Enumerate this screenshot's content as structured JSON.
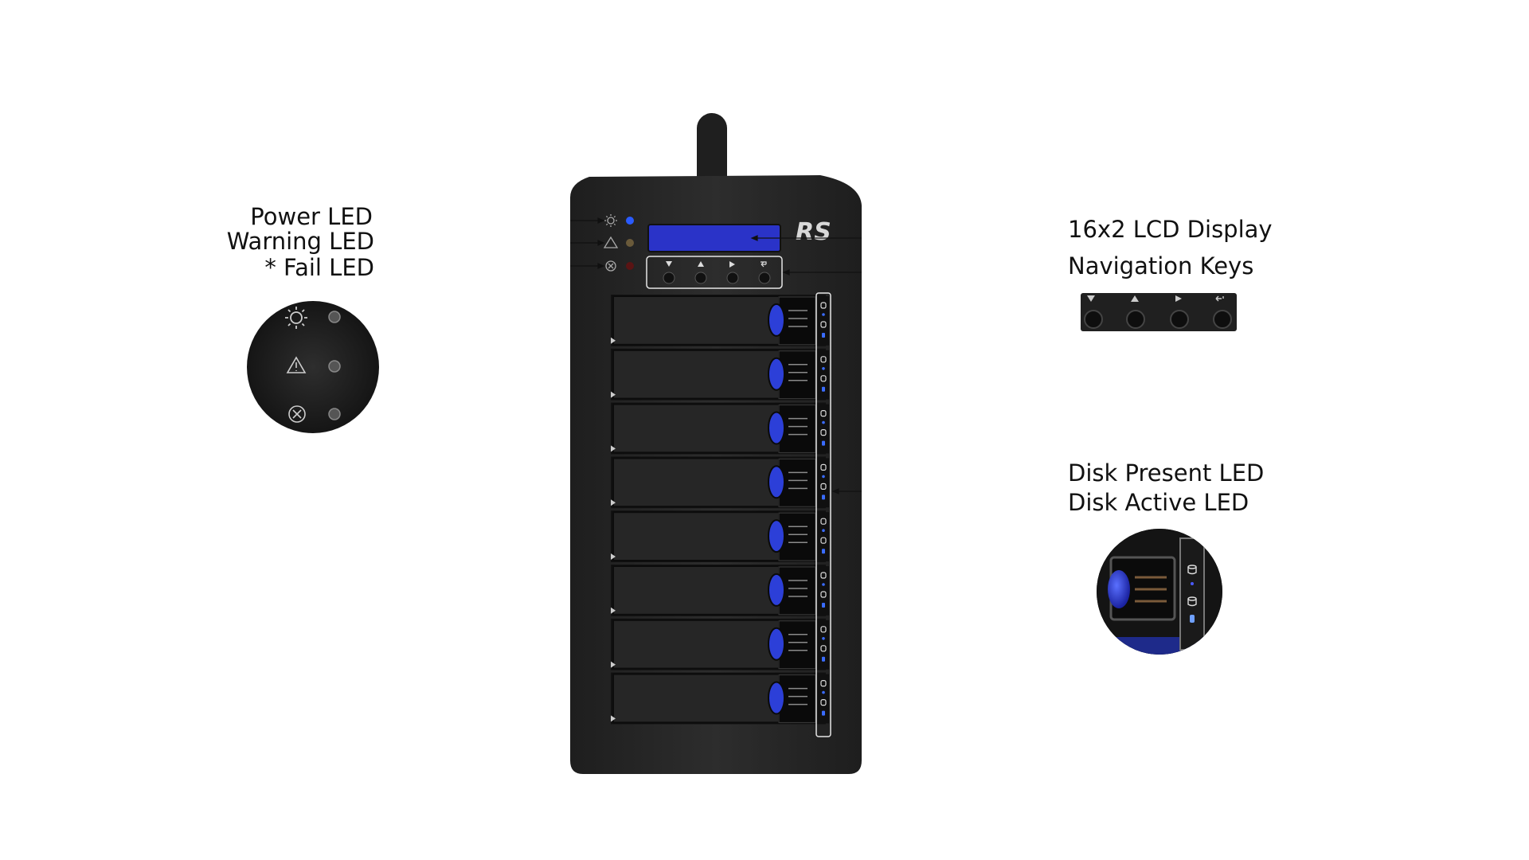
{
  "labels": {
    "power_led": "Power LED",
    "warning_led": "Warning LED",
    "fail_led": "* Fail LED",
    "lcd_display": "16x2 LCD Display",
    "navigation_keys": "Navigation Keys",
    "disk_present_led": "Disk Present LED",
    "disk_active_led": "Disk Active LED"
  },
  "logo": {
    "text": "RS"
  },
  "navigation_keys": [
    {
      "icon": "down-triangle-icon"
    },
    {
      "icon": "up-triangle-icon"
    },
    {
      "icon": "right-triangle-icon"
    },
    {
      "icon": "return-arrow-icon"
    }
  ],
  "status_leds": [
    {
      "icon": "sun-icon",
      "color": "#2a5bff"
    },
    {
      "icon": "warning-triangle-icon",
      "color": "#6a5a3a"
    },
    {
      "icon": "circle-x-icon",
      "color": "#5a1414"
    }
  ],
  "drive_bays": [
    1,
    2,
    3,
    4,
    5,
    6,
    7,
    8
  ],
  "colors": {
    "chassis": "#2b2b2b",
    "chassis_dark": "#1c1c1c",
    "lcd": "#2a33c8",
    "drive_handle": "#2c3fd8",
    "led_blue": "#3a6cff"
  }
}
